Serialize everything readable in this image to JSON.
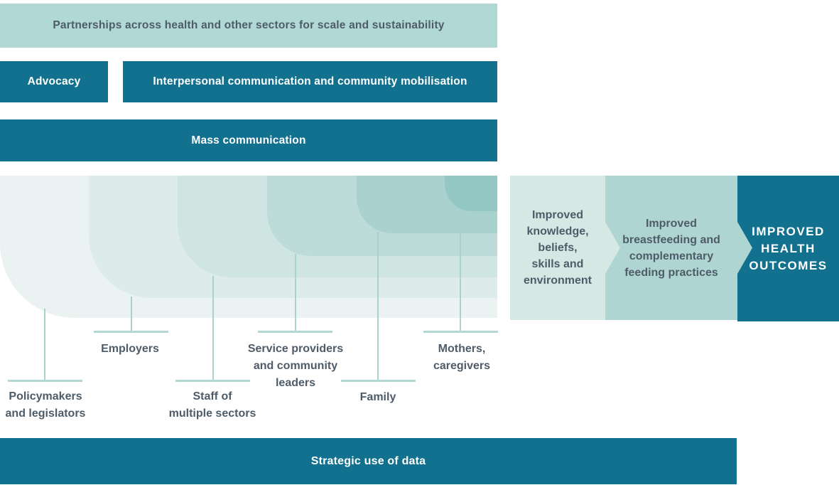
{
  "palette": {
    "dark_teal": "#12718f",
    "bar_light_teal": "#b0d8d4",
    "slate_text": "#4d5c68",
    "white_text": "#ffffff",
    "funnel_layers": [
      "#eaf3f1",
      "#ddeceb",
      "#cfe5e2",
      "#bddcd9",
      "#a9d2cf",
      "#93c8c4"
    ],
    "outcome1_bg": "#d5e8e4",
    "outcome2_bg": "#aed5d2",
    "connector_line": "#a9d1cd",
    "tick_line": "#b3d7d3"
  },
  "interventions": {
    "partnerships": "Partnerships across health and other sectors for scale and sustainability",
    "advocacy": "Advocacy",
    "interpersonal": "Interpersonal communication and community mobilisation",
    "mass_communication": "Mass communication",
    "strategic_data": "Strategic use of data"
  },
  "audiences": [
    {
      "label": "Policymakers\nand legislators"
    },
    {
      "label": "Employers"
    },
    {
      "label": "Staff of\nmultiple sectors"
    },
    {
      "label": "Service providers\nand community\nleaders"
    },
    {
      "label": "Family"
    },
    {
      "label": "Mothers,\ncaregivers"
    }
  ],
  "outcomes": [
    {
      "label": "Improved\nknowledge,\nbeliefs,\nskills and\nenvironment"
    },
    {
      "label": "Improved\nbreastfeeding and\ncomplementary\nfeeding practices"
    },
    {
      "label": "IMPROVED\nHEALTH\nOUTCOMES"
    }
  ]
}
